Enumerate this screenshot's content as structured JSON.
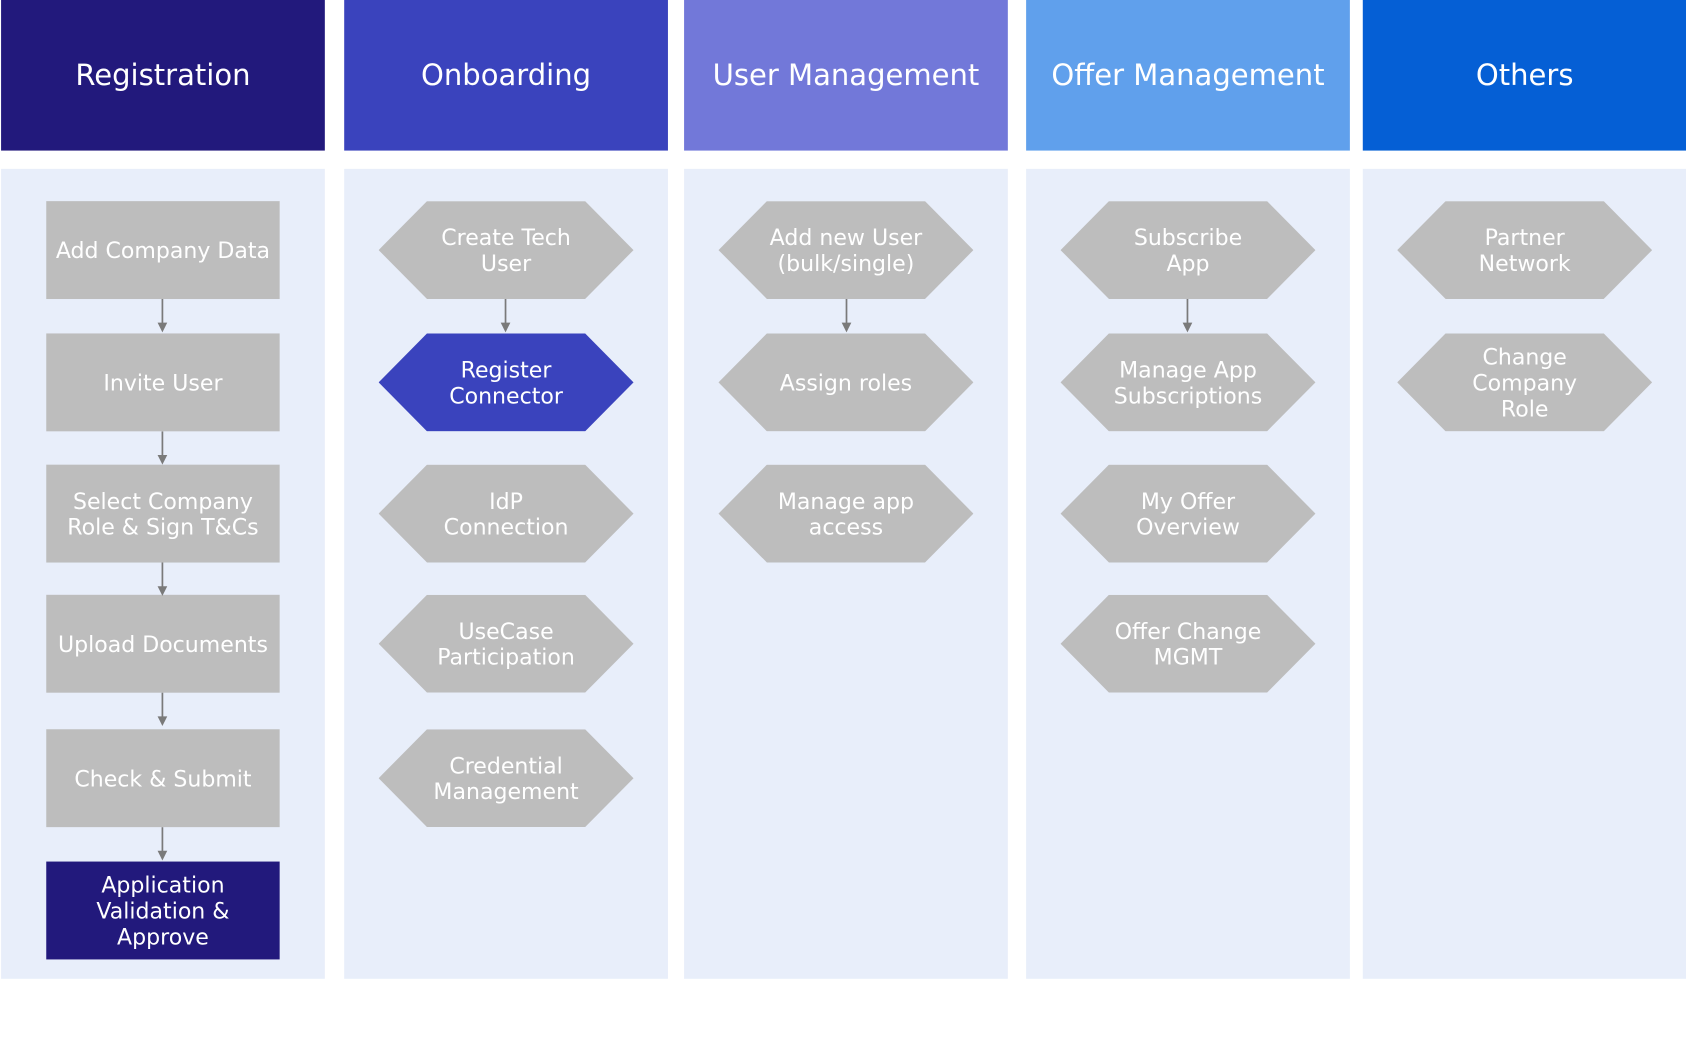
{
  "columns": [
    {
      "title": "Registration",
      "header_color": "#22197c",
      "steps": [
        {
          "label": "Add Company Data",
          "shape": "rectangle",
          "highlighted": false
        },
        {
          "label": "Invite User",
          "shape": "rectangle",
          "highlighted": false
        },
        {
          "label": "Select Company\nRole & Sign T&Cs",
          "shape": "rectangle",
          "highlighted": false
        },
        {
          "label": "Upload Documents",
          "shape": "rectangle",
          "highlighted": false
        },
        {
          "label": "Check & Submit",
          "shape": "rectangle",
          "highlighted": false
        },
        {
          "label": "Application\nValidation &\nApprove",
          "shape": "rectangle",
          "highlighted": true
        }
      ]
    },
    {
      "title": "Onboarding",
      "header_color": "#3a43bd",
      "steps": [
        {
          "label": "Create Tech\nUser",
          "shape": "hexagon",
          "highlighted": false
        },
        {
          "label": "Register\nConnector",
          "shape": "hexagon",
          "highlighted": true
        },
        {
          "label": "IdP\nConnection",
          "shape": "hexagon",
          "highlighted": false
        },
        {
          "label": "UseCase\nParticipation",
          "shape": "hexagon",
          "highlighted": false
        },
        {
          "label": "Credential\nManagement",
          "shape": "hexagon",
          "highlighted": false
        }
      ]
    },
    {
      "title": "User Management",
      "header_color": "#7278d9",
      "steps": [
        {
          "label": "Add new User\n(bulk/single)",
          "shape": "hexagon",
          "highlighted": false
        },
        {
          "label": "Assign roles",
          "shape": "hexagon",
          "highlighted": false
        },
        {
          "label": "Manage app\naccess",
          "shape": "hexagon",
          "highlighted": false
        }
      ]
    },
    {
      "title": "Offer Management",
      "header_color": "#60a0ec",
      "steps": [
        {
          "label": "Subscribe\nApp",
          "shape": "hexagon",
          "highlighted": false
        },
        {
          "label": "Manage App\nSubscriptions",
          "shape": "hexagon",
          "highlighted": false
        },
        {
          "label": "My Offer\nOverview",
          "shape": "hexagon",
          "highlighted": false
        },
        {
          "label": "Offer Change\nMGMT",
          "shape": "hexagon",
          "highlighted": false
        }
      ]
    },
    {
      "title": "Others",
      "header_color": "#055fd5",
      "steps": [
        {
          "label": "Partner\nNetwork",
          "shape": "hexagon",
          "highlighted": false
        },
        {
          "label": "Change\nCompany\nRole",
          "shape": "hexagon",
          "highlighted": false
        }
      ]
    }
  ],
  "arrows": [
    {
      "column": 0,
      "from": 0,
      "to": 1
    },
    {
      "column": 0,
      "from": 1,
      "to": 2
    },
    {
      "column": 0,
      "from": 2,
      "to": 3
    },
    {
      "column": 0,
      "from": 3,
      "to": 4
    },
    {
      "column": 0,
      "from": 4,
      "to": 5
    },
    {
      "column": 1,
      "from": 0,
      "to": 1
    },
    {
      "column": 2,
      "from": 0,
      "to": 1
    },
    {
      "column": 3,
      "from": 0,
      "to": 1
    }
  ],
  "colors": {
    "column_background": "#e8eefa",
    "step_default": "#bdbdbd",
    "arrow": "#7a7a7a"
  }
}
